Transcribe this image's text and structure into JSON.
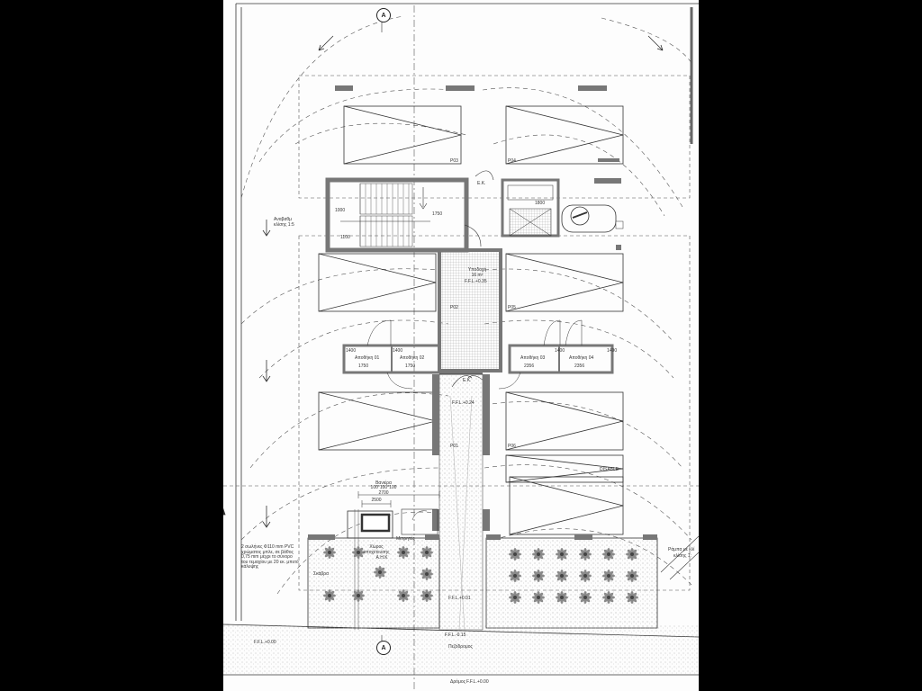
{
  "section_marker": "A",
  "stair": {
    "width": "1750",
    "dims": [
      "1000",
      "1100"
    ]
  },
  "ek_top": "Ε.Κ.",
  "ek_mid": "Ε.Κ.",
  "ramp": {
    "line1": "Αναβαθμ",
    "line2": "κλίσης 1:5"
  },
  "lobby": {
    "name": "Υποδοχή",
    "area": "16 m²",
    "level": "F.F.L.+0.35"
  },
  "parking": [
    "P03",
    "P04",
    "P02",
    "P05",
    "P01",
    "P06"
  ],
  "storage": [
    {
      "name": "Αποθήκη 01",
      "dim": "1750"
    },
    {
      "name": "Αποθήκη 02",
      "dim": "1750"
    },
    {
      "name": "Αποθήκη 03",
      "dim": "2356"
    },
    {
      "name": "Αποθήκη 04",
      "dim": "2356"
    }
  ],
  "storage_widths": [
    "1400",
    "1400",
    "1400",
    "1400"
  ],
  "lift": {
    "dim": "1800"
  },
  "disable_label": "DISABLE",
  "mid_level": "F.F.L.+0.24",
  "bin": {
    "title": "Βανιέρα",
    "dims": "100*100*100",
    "width1": "2700",
    "width2": "2500"
  },
  "meter": "Μετρητές",
  "water_tank": {
    "line1": "Χώρος",
    "line2": "αποχέτευσης",
    "line3": "Α.Η.Κ"
  },
  "pipe_note": "2 σωλήνες Φ110 mm PVC χρώματος μπλε, σε βάθος 0,75 mm μέχρι το σύνορο του τεμαχίου με 20 εκ. μπετό κάλυψης",
  "garden": "Σκάβρα",
  "ramp_right": {
    "line1": "Ράμπα με κλί",
    "line2": "κλίσης 1:"
  },
  "entry_level": "F.F.L.+0.01",
  "sidewalk_level": "F.F.L.-0.15",
  "sidewalk_left_level": "F.F.L.+0.00",
  "sidewalk": "Πεζόδρομος",
  "road": "Δρόμος",
  "road_level": "F.F.L.+0.00",
  "colors": {
    "wall": "#7a7a7a",
    "line": "#333333",
    "dash": "#555555",
    "hatch": "#bcbcbc"
  }
}
